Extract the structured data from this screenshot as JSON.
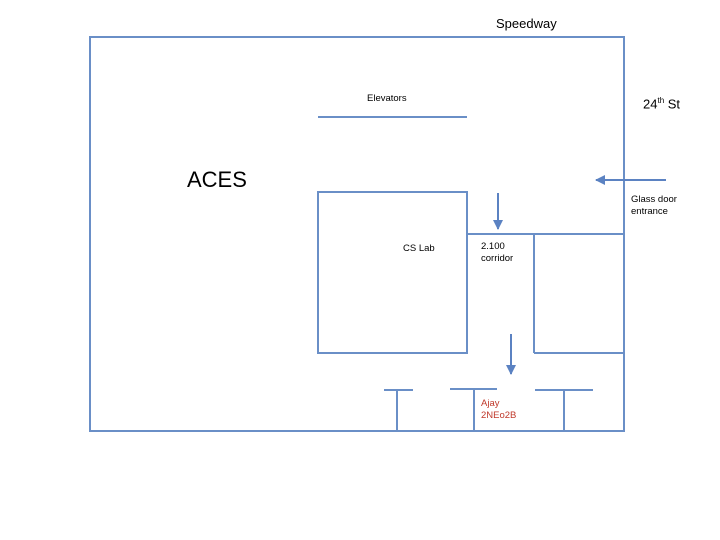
{
  "streets": {
    "north": "Speedway",
    "east_main": "24",
    "east_sup": "th",
    "east_suffix": " St"
  },
  "building": {
    "name": "ACES"
  },
  "rooms": {
    "elevators": "Elevators",
    "cs_lab": "CS Lab",
    "corridor_line1": "2.100",
    "corridor_line2": "corridor",
    "entrance_line1": "Glass door",
    "entrance_line2": "entrance",
    "office_line1": "Ajay",
    "office_line2": "2NEo2B"
  },
  "colors": {
    "walls": "#6a8fc7",
    "arrows": "#5b82c2",
    "highlight": "#c0392b"
  }
}
